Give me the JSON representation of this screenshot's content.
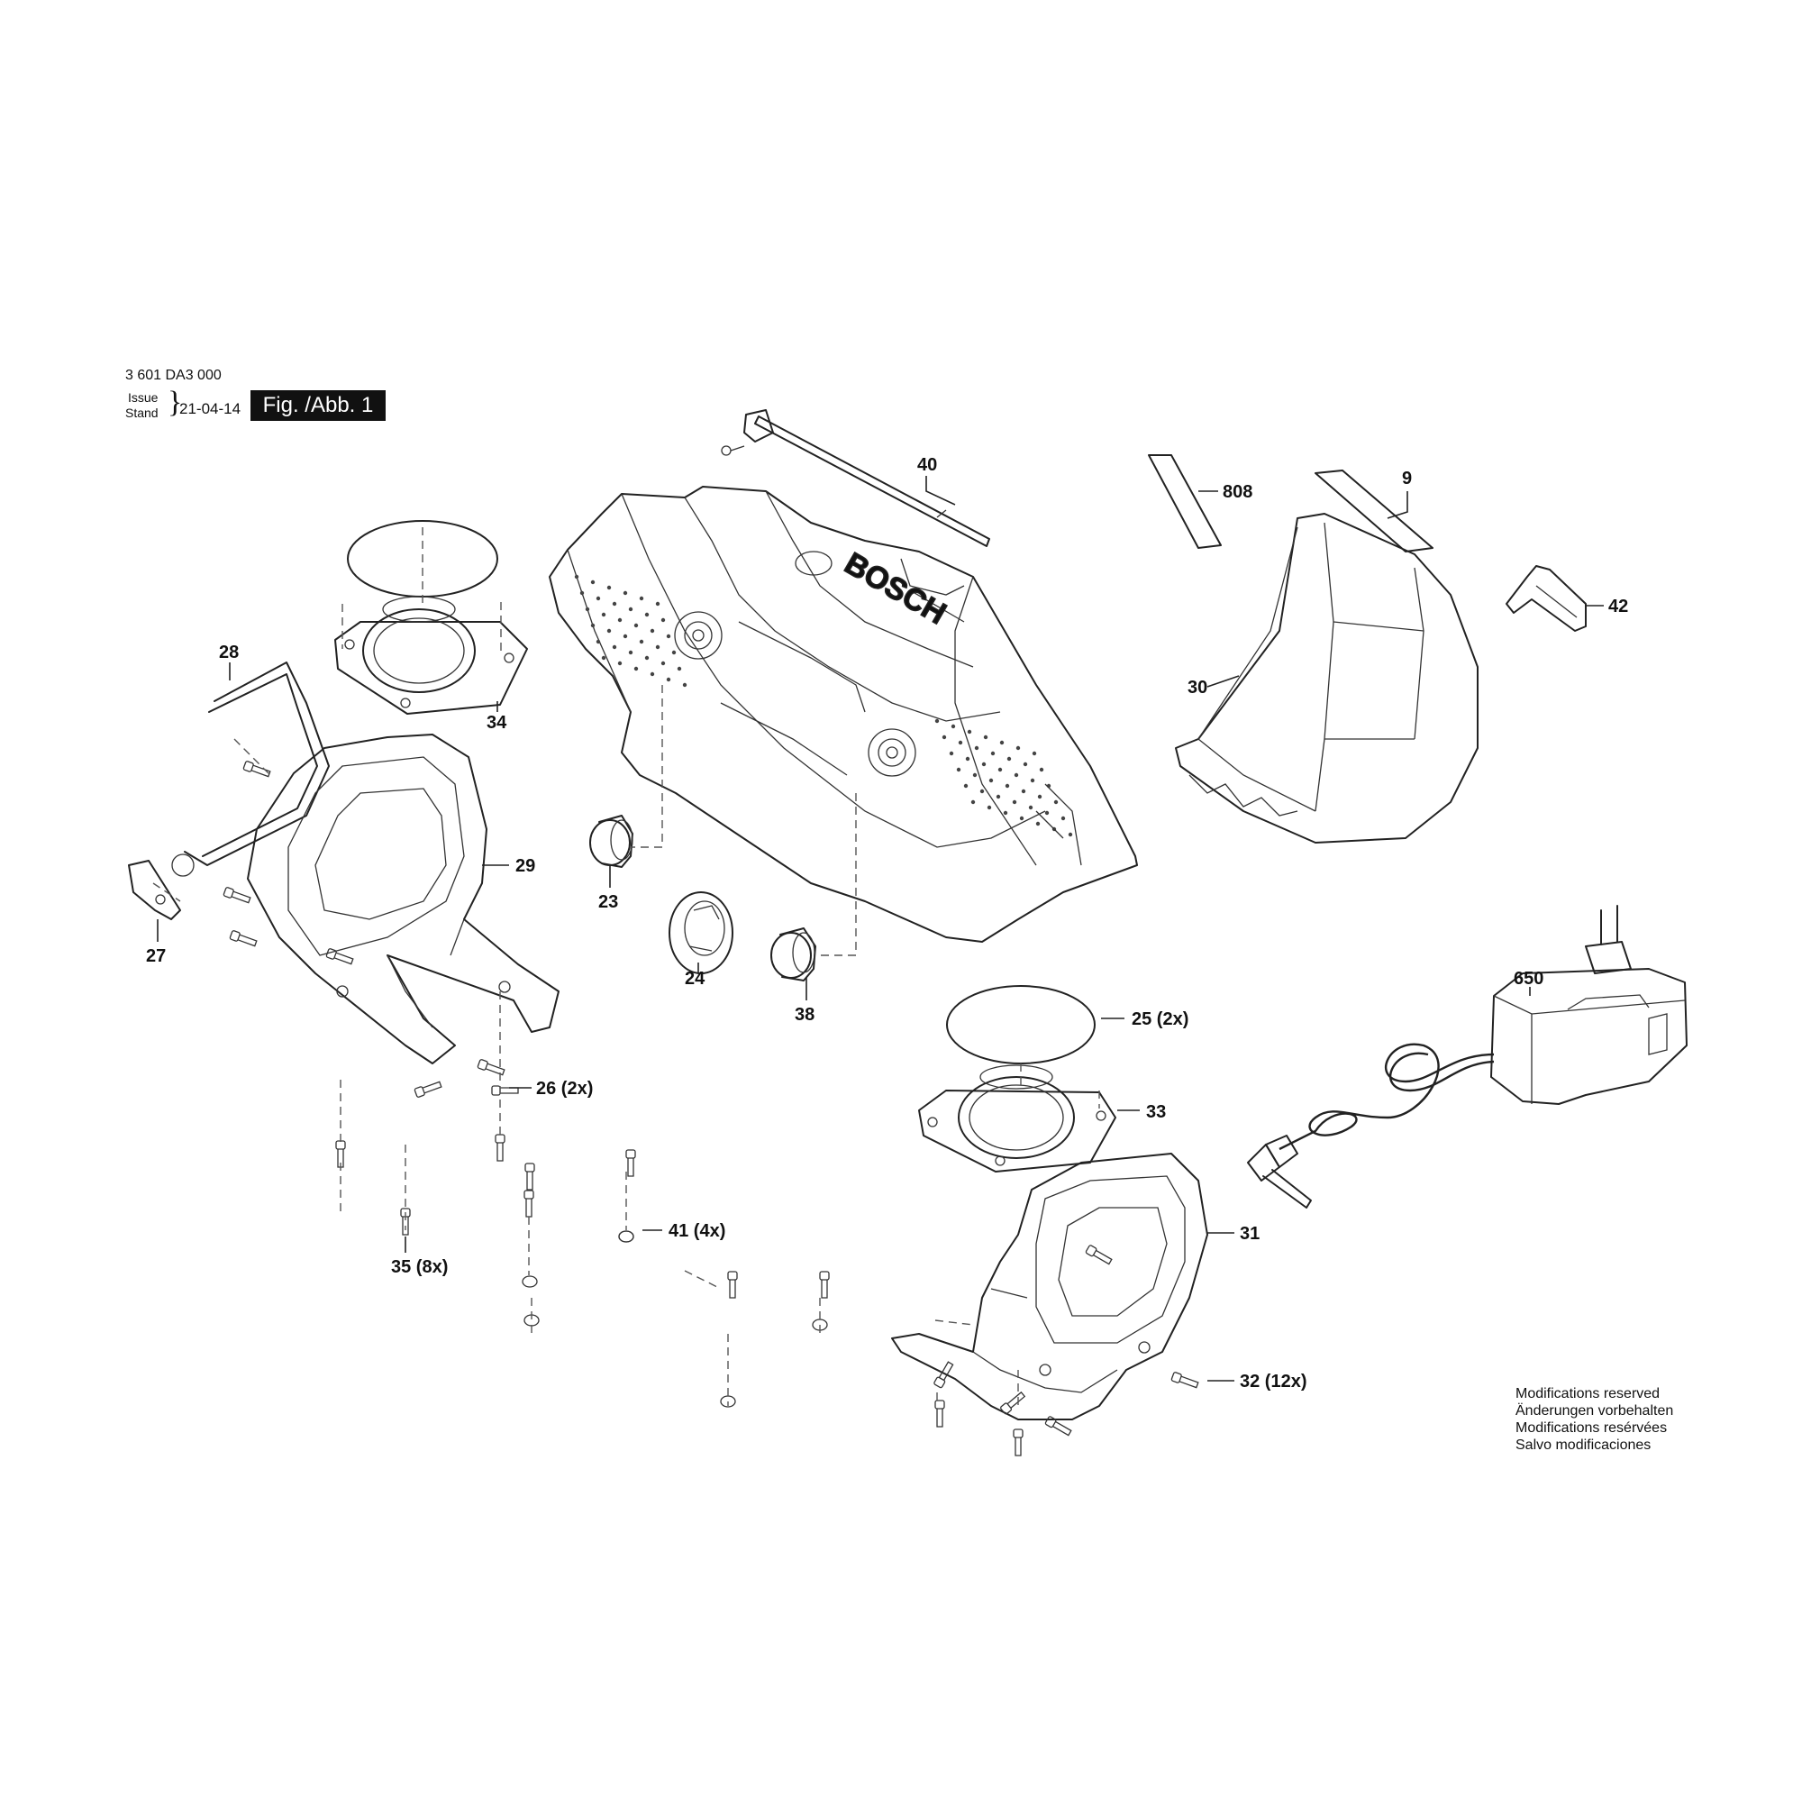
{
  "header": {
    "doc_number": "3 601 DA3 000",
    "issue_label": "Issue",
    "stand_label": "Stand",
    "issue_date": "21-04-14",
    "fig_badge": "Fig. /Abb. 1"
  },
  "brand_logo": "BOSCH",
  "callouts": [
    {
      "id": "40",
      "label": "40"
    },
    {
      "id": "808",
      "label": "808"
    },
    {
      "id": "9",
      "label": "9"
    },
    {
      "id": "42",
      "label": "42"
    },
    {
      "id": "30",
      "label": "30"
    },
    {
      "id": "28",
      "label": "28"
    },
    {
      "id": "34",
      "label": "34"
    },
    {
      "id": "29",
      "label": "29"
    },
    {
      "id": "27",
      "label": "27"
    },
    {
      "id": "23",
      "label": "23"
    },
    {
      "id": "24",
      "label": "24"
    },
    {
      "id": "38",
      "label": "38"
    },
    {
      "id": "650",
      "label": "650"
    },
    {
      "id": "25",
      "label": "25 (2x)"
    },
    {
      "id": "33",
      "label": "33"
    },
    {
      "id": "26",
      "label": "26 (2x)"
    },
    {
      "id": "35",
      "label": "35 (8x)"
    },
    {
      "id": "41",
      "label": "41 (4x)"
    },
    {
      "id": "31",
      "label": "31"
    },
    {
      "id": "32",
      "label": "32 (12x)"
    }
  ],
  "notes": [
    "Modifications reserved",
    "Änderungen vorbehalten",
    "Modifications resérvées",
    "Salvo modificaciones"
  ]
}
